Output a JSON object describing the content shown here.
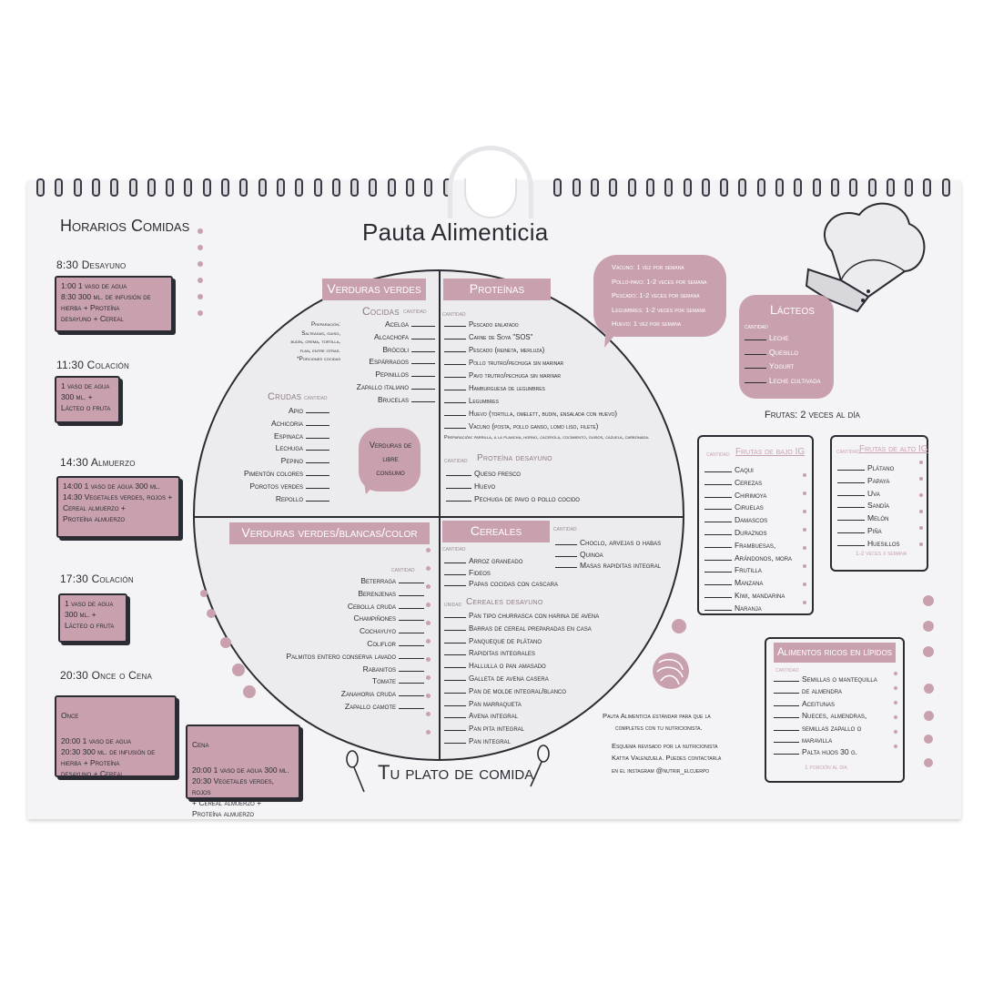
{
  "title": "Pauta Alimenticia",
  "plate_caption": "Tu plato de comida",
  "horarios": {
    "title": "Horarios Comidas",
    "meals": [
      {
        "time": "8:30 Desayuno",
        "label": "",
        "text": "1:00 1 vaso de agua\n8:30 300 ml. de infusión de\nhierba + Proteína\ndesayuno + Cereal"
      },
      {
        "time": "11:30 Colación",
        "label": "",
        "text": "1 vaso de agua\n300 ml. +\nLácteo o fruta"
      },
      {
        "time": "14:30 Almuerzo",
        "label": "",
        "text": "14:00 1 vaso de agua 300 ml.\n14:30 Vegetales verdes, rojos +\nCereal almuerzo +\nProteína almuerzo"
      },
      {
        "time": "17:30 Colación",
        "label": "",
        "text": "1 vaso de agua\n300 ml. +\nLácteo o fruta"
      },
      {
        "time": "20:30 Once o Cena",
        "label": "Once",
        "text": "20:00 1 vaso de agua\n20:30 300 ml. de infusión de\nhierba + Proteína\ndesayuno + Cereal"
      }
    ],
    "cena": {
      "label": "Cena",
      "text": "20:00 1 vaso de agua 300 ml.\n20:30 Vegetales verdes, rojos\n+ Cereal almuerzo +\nProteína almuerzo"
    }
  },
  "verduras_verdes": {
    "title": "Verduras verdes",
    "cocidas_label": "Cocidas",
    "cantidad": "cantidad",
    "preparacion": "Preparación:\nSalteadas, guiso,\nbudín, crema, tortilla,\nflan, entre otras.\n*Porciones cocidas",
    "cocidas": [
      "Acelga",
      "Alcachofa",
      "Brócoli",
      "Espárragos",
      "Pepinillos",
      "Zapallo italiano",
      "Brucelas"
    ],
    "crudas_label": "Crudas",
    "crudas": [
      "Apio",
      "Achicoria",
      "Espinaca",
      "Lechuga",
      "Pepino",
      "Pimentón colores",
      "Porotos verdes",
      "Repollo"
    ],
    "libre": "Verduras de\nlibre\nconsumo"
  },
  "proteinas": {
    "title": "Proteínas",
    "cantidad": "cantidad",
    "items": [
      "Pescado enlatado",
      "Carne de Soya \"SOS\"",
      "Pescado (reineta, merluza)",
      "Pollo trutro/pechuga sin marinar",
      "Pavo trutro/pechuga sin marinar",
      "Hamburguesa de legumbres",
      "Legumbres",
      "Huevo (tortilla, omelett, budin, ensalada con huevo)",
      "Vacuno (posta, pollo ganso, lomo liso, filete)"
    ],
    "preparacion": "Preparación: parrilla, a la plancha, horno, cacerola, cocimiento, guisos, cazuela, carbonada.",
    "desayuno_title": "Proteína desayuno",
    "desayuno": [
      "Queso fresco",
      "Huevo",
      "Pechuga de pavo o pollo cocido"
    ]
  },
  "verduras_color": {
    "title": "Verduras verdes/blancas/color",
    "cantidad": "cantidad",
    "items": [
      "Beterraga",
      "Berenjenas",
      "Cebolla cruda",
      "Champiñones",
      "Cochayuyo",
      "Coliflor",
      "Palmitos entero conserva lavado",
      "Rabanitos",
      "Tomate",
      "Zanahoria cruda",
      "Zapallo camote"
    ]
  },
  "cereales": {
    "title": "Cereales",
    "cantidad": "cantidad",
    "items_left": [
      "Arroz graneado",
      "Fideos",
      "Papas cocidas con cascara"
    ],
    "items_right": [
      "Choclo, arvejas o habas",
      "Quinoa",
      "Masas rapiditas integral"
    ],
    "desayuno_title": "Cereales desayuno",
    "unidad": "unidad",
    "desayuno": [
      "Pan tipo churrasca con harina de avena",
      "Barras de cereal preparadas en casa",
      "Panqueque de plátano",
      "Rapiditas integrales",
      "Hallulla o pan amasado",
      "Galleta de avena casera",
      "Pan de molde integral/blanco",
      "Pan marraqueta",
      "Avena integral",
      "Pan pita integral",
      "Pan integral"
    ]
  },
  "frecuencia": [
    "Vacuno: 1 vez por semana",
    "Pollo-pavo: 1-2 veces por semana",
    "Pescado: 1-2 veces por semana",
    "Legumbres: 1-2 veces por semana",
    "Huevo: 1 vez por semana"
  ],
  "lacteos": {
    "title": "Lácteos",
    "cantidad": "cantidad",
    "items": [
      "Leche",
      "Quesillo",
      "Yogurt",
      "Leche cultivada"
    ]
  },
  "frutas": {
    "title": "Frutas: 2 veces al día",
    "cantidad": "cantidad",
    "bajo_title": "Frutas de bajo IG",
    "bajo": [
      "Caqui",
      "Cerezas",
      "Chirimoya",
      "Ciruelas",
      "Damascos",
      "Duraznos",
      "Frambuesas,",
      "Arándonos, mora",
      "Frutilla",
      "Manzana",
      "Kiwi, mandarina",
      "Naranja"
    ],
    "alto_title": "Frutas de alto IG",
    "alto": [
      "Plátano",
      "Papaya",
      "Uva",
      "Sandía",
      "Melón",
      "Piña",
      "Huesillos"
    ],
    "alto_note": "1-2 veces x semana"
  },
  "lipidos": {
    "title": "Alimentos ricos en lípidos",
    "cantidad": "cantidad",
    "items": [
      "Semillas o mantequilla",
      "de almendra",
      "Aceitunas",
      "Nueces, almendras,",
      "semillas zapallo o",
      "maravilla",
      "Palta hijos 30 g."
    ],
    "note": "1 porción al día"
  },
  "footer_note": {
    "line1": "Pauta Alimenticia estándar para que la",
    "line2": "completes con tu nutricionista.",
    "line3": "Esquema revisado por la nutricionista",
    "line4": "Kattia Valenzuela. Puedes contactarla",
    "line5": "en el instagram @nutrir_elcuerpo"
  },
  "colors": {
    "accent": "#c9a1ae",
    "ink": "#2b2b33",
    "paper": "#f4f4f6"
  },
  "icons": [
    "chef-hat-icon",
    "spoon-icon",
    "yarn-ball-icon"
  ]
}
